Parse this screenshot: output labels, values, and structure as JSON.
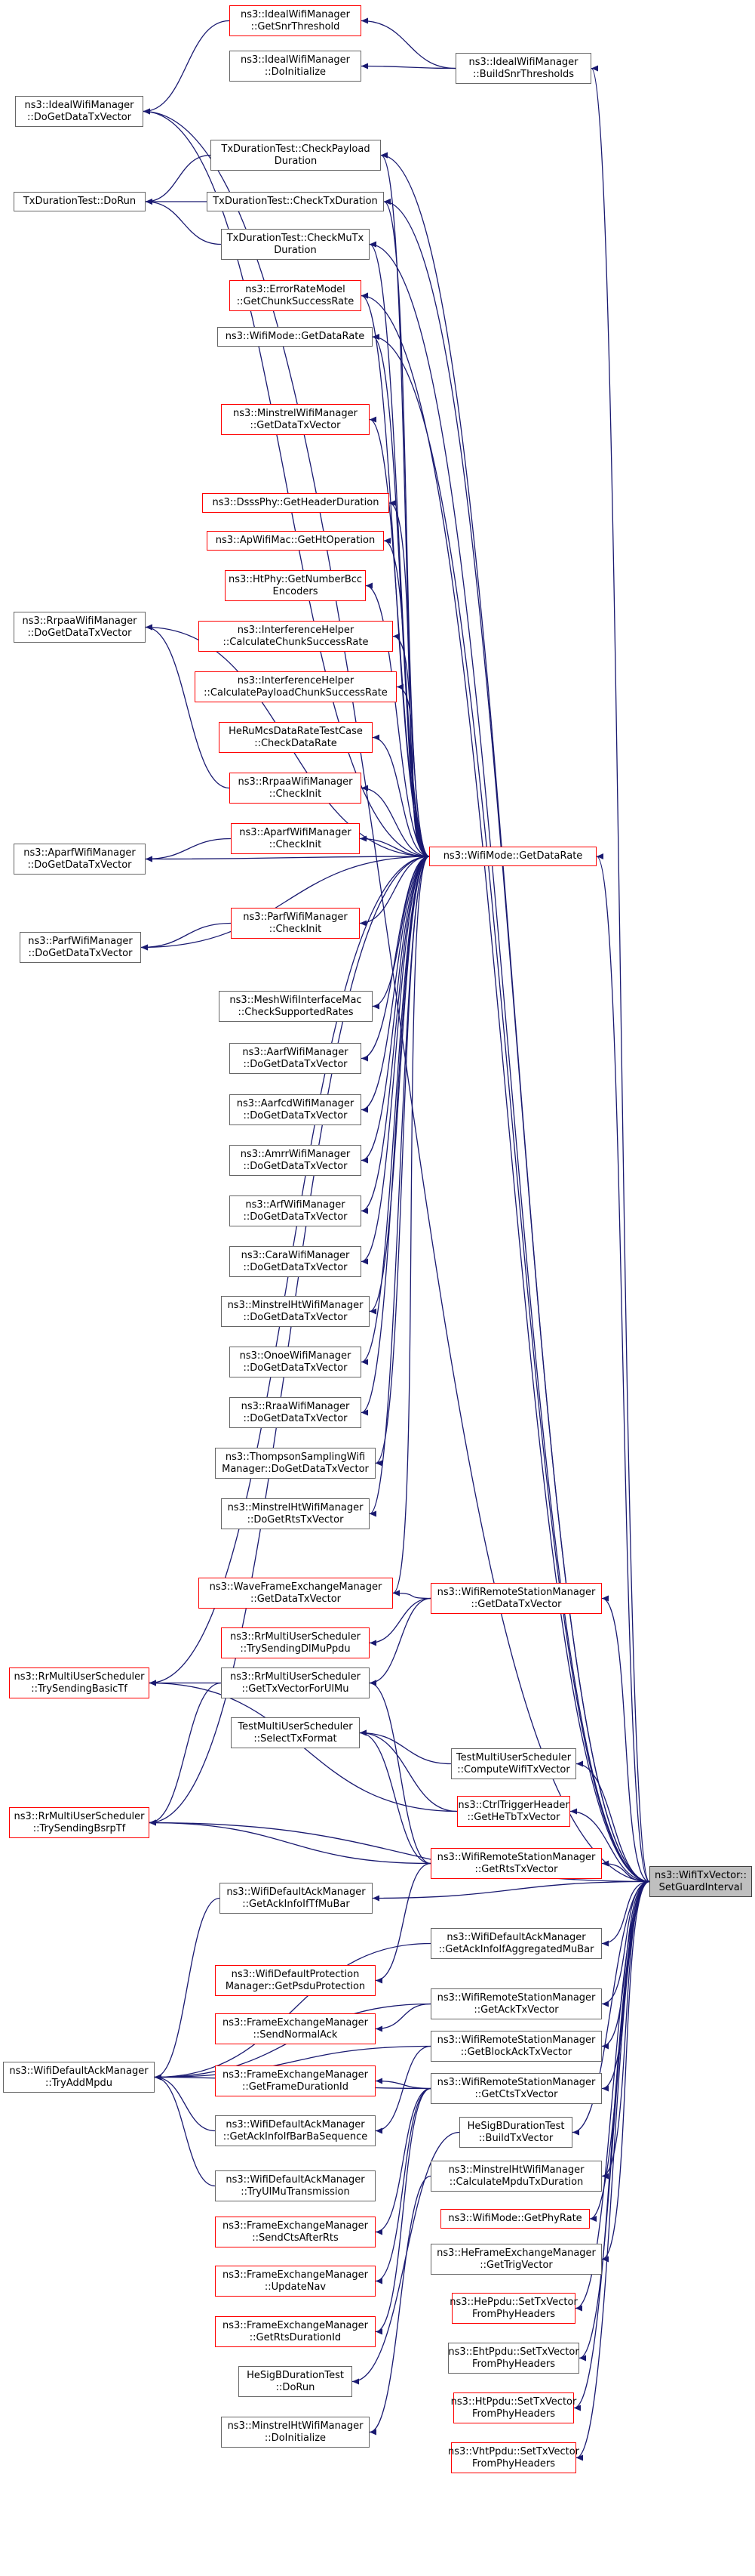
{
  "graph": {
    "root": "ns3::WifiTxVector::\nSetGuardInterval",
    "edge_color": "#191970",
    "border_colors": {
      "default": "#666666",
      "highlighted": "#ff0000",
      "root_fill": "#bfbfbf"
    },
    "nodes": {
      "idealGetSnr": "ns3::IdealWifiManager\n::GetSnrThreshold",
      "idealDoInit": "ns3::IdealWifiManager\n::DoInitialize",
      "idealBuildSnr": "ns3::IdealWifiManager\n::BuildSnrThresholds",
      "idealDoGet": "ns3::IdealWifiManager\n::DoGetDataTxVector",
      "txCheckPayload": "TxDurationTest::CheckPayload\nDuration",
      "txDoRun": "TxDurationTest::DoRun",
      "txCheckTx": "TxDurationTest::CheckTxDuration",
      "txCheckMu": "TxDurationTest::CheckMuTx\nDuration",
      "errGetChunk": "ns3::ErrorRateModel\n::GetChunkSuccessRate",
      "wifiModeGetDataRate1": "ns3::WifiMode::GetDataRate",
      "minstrelGet": "ns3::MinstrelWifiManager\n::GetDataTxVector",
      "dsssGetHeader": "ns3::DsssPhy::GetHeaderDuration",
      "apGetHt": "ns3::ApWifiMac::GetHtOperation",
      "htGetNumBcc": "ns3::HtPhy::GetNumberBcc\nEncoders",
      "interfChunk": "ns3::InterferenceHelper\n::CalculateChunkSuccessRate",
      "interfPayload": "ns3::InterferenceHelper\n::CalculatePayloadChunkSuccessRate",
      "rrpaaDoGet": "ns3::RrpaaWifiManager\n::DoGetDataTxVector",
      "heRuCheck": "HeRuMcsDataRateTestCase\n::CheckDataRate",
      "rrpaaCheckInit": "ns3::RrpaaWifiManager\n::CheckInit",
      "aparfCheckInit": "ns3::AparfWifiManager\n::CheckInit",
      "aparfDoGet": "ns3::AparfWifiManager\n::DoGetDataTxVector",
      "wifiModeGetDataRate2": "ns3::WifiMode::GetDataRate",
      "parfCheckInit": "ns3::ParfWifiManager\n::CheckInit",
      "parfDoGet": "ns3::ParfWifiManager\n::DoGetDataTxVector",
      "meshCheck": "ns3::MeshWifiInterfaceMac\n::CheckSupportedRates",
      "aarfDoGet": "ns3::AarfWifiManager\n::DoGetDataTxVector",
      "aarfcdDoGet": "ns3::AarfcdWifiManager\n::DoGetDataTxVector",
      "amrrDoGet": "ns3::AmrrWifiManager\n::DoGetDataTxVector",
      "arfDoGet": "ns3::ArfWifiManager\n::DoGetDataTxVector",
      "caraDoGet": "ns3::CaraWifiManager\n::DoGetDataTxVector",
      "minstrelHtDoGet": "ns3::MinstrelHtWifiManager\n::DoGetDataTxVector",
      "onoeDoGet": "ns3::OnoeWifiManager\n::DoGetDataTxVector",
      "rraaDoGet": "ns3::RraaWifiManager\n::DoGetDataTxVector",
      "thompsonDoGet": "ns3::ThompsonSamplingWifi\nManager::DoGetDataTxVector",
      "minstrelHtRts": "ns3::MinstrelHtWifiManager\n::DoGetRtsTxVector",
      "waveGet": "ns3::WaveFrameExchangeManager\n::GetDataTxVector",
      "wrsmGetData": "ns3::WifiRemoteStationManager\n::GetDataTxVector",
      "rrTrySendingDl": "ns3::RrMultiUserScheduler\n::TrySendingDlMuPpdu",
      "rrTrySendingBasic": "ns3::RrMultiUserScheduler\n::TrySendingBasicTf",
      "rrGetTxVector": "ns3::RrMultiUserScheduler\n::GetTxVectorForUlMu",
      "testSelect": "TestMultiUserScheduler\n::SelectTxFormat",
      "testCompute": "TestMultiUserScheduler\n::ComputeWifiTxVector",
      "ctrlGetHeTb": "ns3::CtrlTriggerHeader\n::GetHeTbTxVector",
      "rrTrySendingBsrp": "ns3::RrMultiUserScheduler\n::TrySendingBsrpTf",
      "wrsmGetRts": "ns3::WifiRemoteStationManager\n::GetRtsTxVector",
      "wdamGetAckTf": "ns3::WifiDefaultAckManager\n::GetAckInfoIfTfMuBar",
      "wdamGetAckAgg": "ns3::WifiDefaultAckManager\n::GetAckInfoIfAggregatedMuBar",
      "wdpmGetPsdu": "ns3::WifiDefaultProtection\nManager::GetPsduProtection",
      "wrsmGetAck": "ns3::WifiRemoteStationManager\n::GetAckTxVector",
      "femSendNormalAck": "ns3::FrameExchangeManager\n::SendNormalAck",
      "wrsmGetBlockAck": "ns3::WifiRemoteStationManager\n::GetBlockAckTxVector",
      "wdamTryAdd": "ns3::WifiDefaultAckManager\n::TryAddMpdu",
      "femGetFrameDur": "ns3::FrameExchangeManager\n::GetFrameDurationId",
      "wrsmGetCts": "ns3::WifiRemoteStationManager\n::GetCtsTxVector",
      "wdamGetAckBar": "ns3::WifiDefaultAckManager\n::GetAckInfoIfBarBaSequence",
      "heSigBBuild": "HeSigBDurationTest\n::BuildTxVector",
      "minstrelHtCalc": "ns3::MinstrelHtWifiManager\n::CalculateMpduTxDuration",
      "wdamTryUl": "ns3::WifiDefaultAckManager\n::TryUlMuTransmission",
      "wifiModeGetPhy": "ns3::WifiMode::GetPhyRate",
      "femSendCts": "ns3::FrameExchangeManager\n::SendCtsAfterRts",
      "heFemGetTrig": "ns3::HeFrameExchangeManager\n::GetTrigVector",
      "femUpdateNav": "ns3::FrameExchangeManager\n::UpdateNav",
      "hePpdu": "ns3::HePpdu::SetTxVector\nFromPhyHeaders",
      "femGetRtsDur": "ns3::FrameExchangeManager\n::GetRtsDurationId",
      "ehtPpdu": "ns3::EhtPpdu::SetTxVector\nFromPhyHeaders",
      "heSigBDoRun": "HeSigBDurationTest\n::DoRun",
      "htPpdu": "ns3::HtPpdu::SetTxVector\nFromPhyHeaders",
      "minstrelHtDoInit": "ns3::MinstrelHtWifiManager\n::DoInitialize",
      "vhtPpdu": "ns3::VhtPpdu::SetTxVector\nFromPhyHeaders"
    }
  }
}
